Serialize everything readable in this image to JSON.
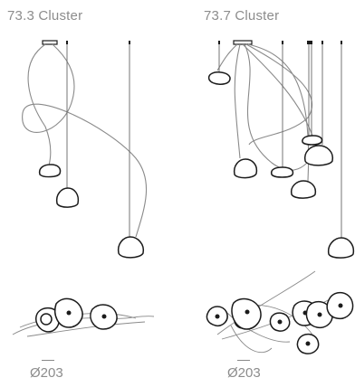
{
  "diagrams": [
    {
      "title": "73.3 Cluster",
      "diameter_label": "Ø203",
      "pendant_count": 3
    },
    {
      "title": "73.7 Cluster",
      "diameter_label": "Ø203",
      "pendant_count": 7
    }
  ],
  "colors": {
    "label": "#8c8c8c",
    "line": "#1b1b1b",
    "cord": "#8a8a8a"
  }
}
